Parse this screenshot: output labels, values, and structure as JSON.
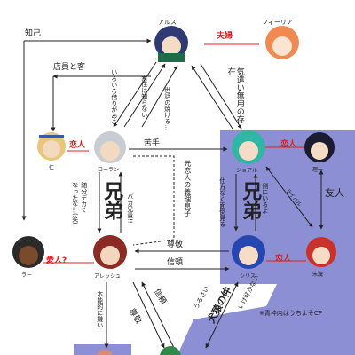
{
  "palette": {
    "highlight": "#8c8fd4",
    "arrow": "#222222",
    "accent_red": "#e02020"
  },
  "characters": {
    "arusu": "アルス",
    "firia": "フィーリア",
    "jin": "仁",
    "roran": "ローラン",
    "joaru": "ジョアル",
    "riichi": "理一",
    "raa": "ラー",
    "aresshu": "アレッシュ",
    "shiris": "シリス",
    "shuraku": "朱瀧"
  },
  "relations": {
    "chiki": "知己",
    "fuufu": "夫婦",
    "tenin_kyaku": "店員と客",
    "arusu_roran_1": "いろいろ借りがある",
    "arusu_roran_2": "素性は知らない",
    "arusu_roran_3": "世話の焼ける…",
    "arusu_joaru": "気遣い無用の存在",
    "renai_jin": "恋人",
    "nigate": "苦手",
    "moto_koibito": "元恋人の義理息子",
    "renai_riichi": "恋人",
    "kyoudai_left": "兄弟",
    "kyoudai_right": "兄弟",
    "zuibun": "随分デカく",
    "natta": "なったな…(笑)",
    "bakaani": "バカ兄貴!!",
    "soba": "側にいるよ",
    "shikatanaku": "仕方なく面倒見る",
    "yuujin": "友人",
    "kabe": "ライバル",
    "sonkei_top": "尊敬",
    "shinrai": "信頼",
    "renai_raa": "愛人?",
    "renai_shuraku": "恋人",
    "honnou": "本能的に嫌い",
    "shinrai2": "信頼",
    "sonkei2": "尊敬",
    "iyai": "いけ好かない",
    "kenen": "犬猿の仲",
    "urusai": "うるさい",
    "note": "※青枠内はうちよそCP"
  }
}
